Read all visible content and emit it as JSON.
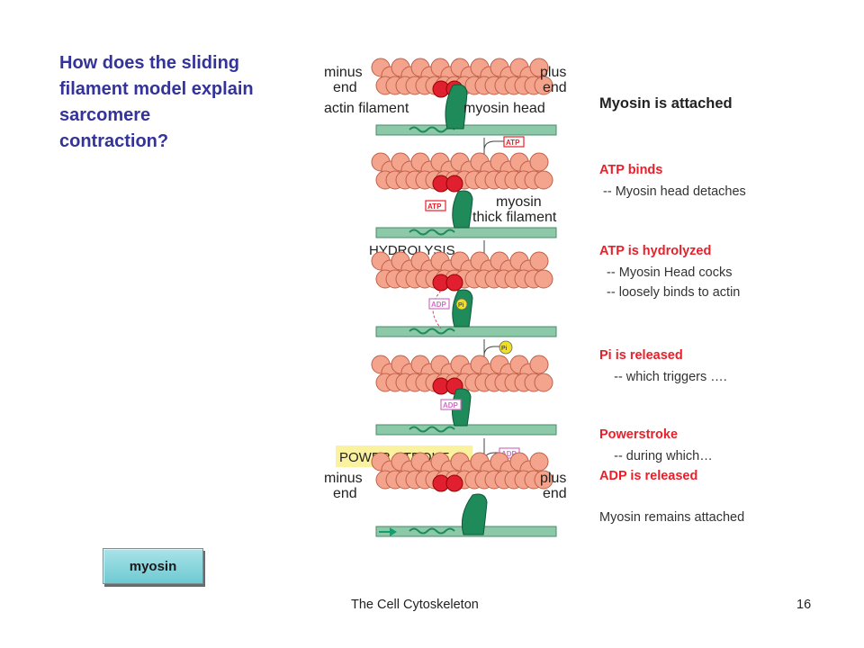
{
  "title_lines": [
    "How does the sliding",
    "filament model explain",
    "sarcomere",
    "contraction?"
  ],
  "steps": [
    {
      "style": "dark",
      "text": "Myosin is attached"
    },
    {
      "style": "head",
      "text": "ATP binds"
    },
    {
      "style": "body",
      "text": " -- Myosin head detaches"
    },
    {
      "style": "head",
      "text": "ATP is hydrolyzed"
    },
    {
      "style": "body",
      "text": "  -- Myosin Head cocks"
    },
    {
      "style": "body",
      "text": "  -- loosely binds to actin"
    },
    {
      "style": "head",
      "text": "Pi is released"
    },
    {
      "style": "body",
      "text": "    -- which triggers …."
    },
    {
      "style": "head",
      "text": "Powerstroke"
    },
    {
      "style": "body",
      "text": "    -- during which…"
    },
    {
      "style": "head",
      "text": "ADP is released"
    },
    {
      "style": "body",
      "text": "Myosin remains attached"
    }
  ],
  "button": {
    "label": "myosin"
  },
  "footer": {
    "center": "The Cell Cytoskeleton",
    "page": "16"
  },
  "diagram": {
    "labels": {
      "minus_end": [
        "minus",
        "end"
      ],
      "plus_end": [
        "plus",
        "end"
      ],
      "actin_filament": "actin filament",
      "myosin_head": "myosin head",
      "myosin_thick": [
        "myosin",
        "thick filament"
      ],
      "hydrolysis": "HYDROLYSIS",
      "power_stroke": "POWER STROKE",
      "atp": "ATP",
      "adp": "ADP",
      "pi": "Pi"
    },
    "colors": {
      "actin": "#f4a48c",
      "actin_outline": "#c0604a",
      "binding_site": "#e02030",
      "myosin": "#1f8a5a",
      "thick_filament": "#8cc9a8",
      "atp_tag": "#e8202a",
      "adp_tag": "#d070c0",
      "pi": "#f0e020",
      "power_highlight": "#fbf2a0",
      "arrow": "#10a070"
    }
  }
}
